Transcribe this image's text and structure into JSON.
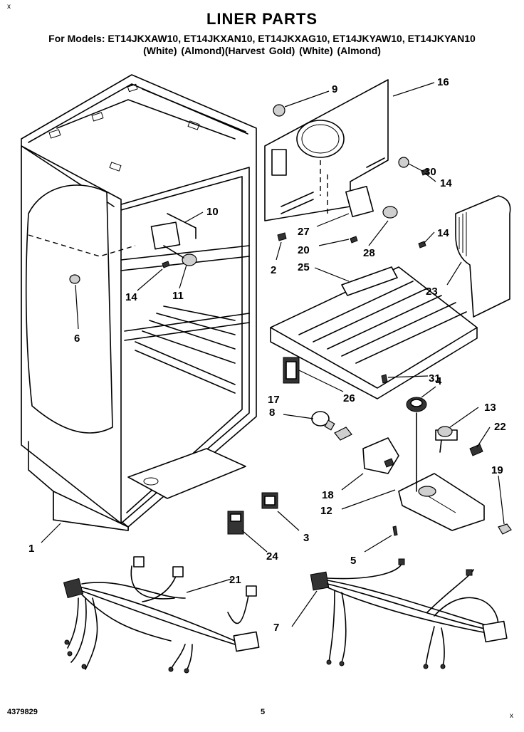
{
  "header": {
    "title": "LINER PARTS",
    "models_line": "For Models: ET14JKXAW10, ET14JKXAN10, ET14JKXAG10, ET14JKYAW10, ET14JKYAN10",
    "colors_line": "(White)      (Almond)(Harvest Gold) (White)      (Almond)",
    "corner_mark_top": "x",
    "corner_mark_bottom": "x"
  },
  "footer": {
    "doc_number": "4379829",
    "page_number": "5"
  },
  "callouts": [
    {
      "id": "c1",
      "label": "1"
    },
    {
      "id": "c2",
      "label": "2"
    },
    {
      "id": "c3",
      "label": "3"
    },
    {
      "id": "c4",
      "label": "4"
    },
    {
      "id": "c5",
      "label": "5"
    },
    {
      "id": "c6",
      "label": "6"
    },
    {
      "id": "c7",
      "label": "7"
    },
    {
      "id": "c8",
      "label": "8"
    },
    {
      "id": "c9",
      "label": "9"
    },
    {
      "id": "c10",
      "label": "10"
    },
    {
      "id": "c11",
      "label": "11"
    },
    {
      "id": "c12",
      "label": "12"
    },
    {
      "id": "c13",
      "label": "13"
    },
    {
      "id": "c14a",
      "label": "14"
    },
    {
      "id": "c14b",
      "label": "14"
    },
    {
      "id": "c14c",
      "label": "14"
    },
    {
      "id": "c16",
      "label": "16"
    },
    {
      "id": "c17",
      "label": "17"
    },
    {
      "id": "c18",
      "label": "18"
    },
    {
      "id": "c19",
      "label": "19"
    },
    {
      "id": "c20",
      "label": "20"
    },
    {
      "id": "c21",
      "label": "21"
    },
    {
      "id": "c22",
      "label": "22"
    },
    {
      "id": "c23",
      "label": "23"
    },
    {
      "id": "c24",
      "label": "24"
    },
    {
      "id": "c25",
      "label": "25"
    },
    {
      "id": "c26",
      "label": "26"
    },
    {
      "id": "c27",
      "label": "27"
    },
    {
      "id": "c28",
      "label": "28"
    },
    {
      "id": "c30",
      "label": "30"
    },
    {
      "id": "c31",
      "label": "31"
    }
  ]
}
